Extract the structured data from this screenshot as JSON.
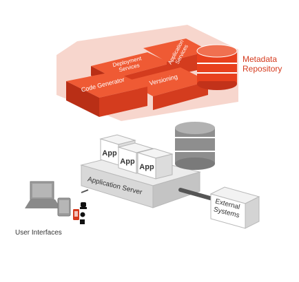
{
  "labels": {
    "metadata_repository": [
      "Metadata",
      "Repository"
    ],
    "code_generator": "Code Generator",
    "deployment_services": [
      "Deployment",
      "Services"
    ],
    "versioning": "Versioning",
    "application_services": [
      "Application",
      "Services"
    ],
    "app": "App",
    "application_server": "Application Server",
    "external_systems": [
      "External",
      "Systems"
    ],
    "user_interfaces": "User Interfaces"
  },
  "colors": {
    "accent_red": "#e8401d",
    "accent_red_dark": "#c2321a",
    "halo_pink": "#f6d1c8",
    "server_grey": "#d9d9d9",
    "db_grey": "#8e8e8e",
    "connector": "#555555"
  },
  "icons": [
    "laptop-icon",
    "tablet-icon",
    "phone-icon",
    "android-icon",
    "apple-icon",
    "windows-icon"
  ]
}
